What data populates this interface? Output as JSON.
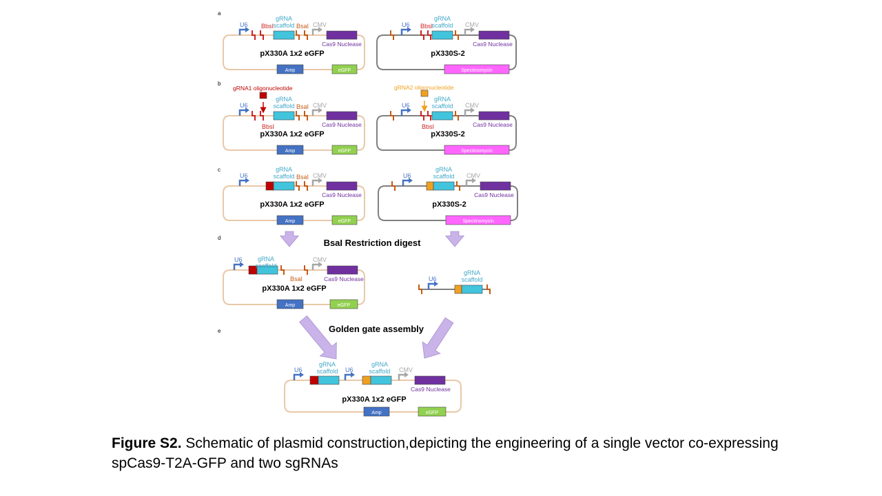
{
  "panels": {
    "a": "a",
    "b": "b",
    "c": "c",
    "d": "d",
    "e": "e"
  },
  "labels": {
    "u6": "U6",
    "bbsi": "BbsI",
    "gRNA": "gRNA",
    "scaffold": "scaffold",
    "bsai": "BsaI",
    "cmv": "CMV",
    "cas9": "Cas9 Nuclease",
    "amp": "Amp",
    "egfp": "eGFP",
    "spectinomycin": "Spectinomycin",
    "plasmid_a": "pX330A 1x2 eGFP",
    "plasmid_s": "pX330S-2",
    "oligo1": "gRNA1 oligonucleotide",
    "oligo2": "gRNA2 oligonucleotide",
    "digest": "BsaI Restriction digest",
    "golden_gate": "Golden gate assembly"
  },
  "caption": {
    "bold": "Figure S2.",
    "text": " Schematic of plasmid construction,depicting the engineering of a single vector co-expressing spCas9-T2A-GFP and two sgRNAs"
  },
  "colors": {
    "backbone_a": "#e8c8a8",
    "backbone_s": "#808080",
    "u6": "#4472c4",
    "bbsi": "#cc2222",
    "bsai": "#c55a11",
    "cmv": "#a6a6a6",
    "scaffold": "#41c4dc",
    "cas9": "#7030a0",
    "cas9_text": "#7030a0",
    "amp": "#4472c4",
    "egfp": "#92d050",
    "spectinomycin": "#ff66ff",
    "oligo1": "#c00000",
    "oligo2": "#f0a020",
    "arrow": "#c9b3e8"
  }
}
